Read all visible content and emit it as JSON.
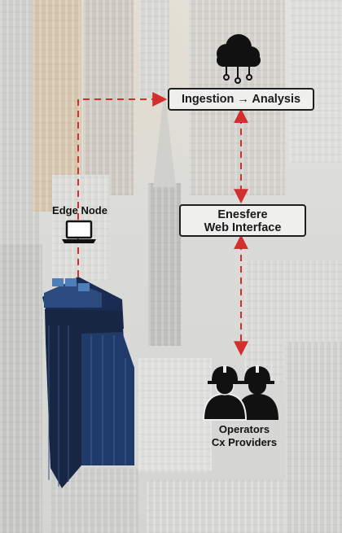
{
  "nodes": {
    "ingestion": {
      "label": "Ingestion → Analysis"
    },
    "web_interface": {
      "line1": "Enesfere",
      "line2": "Web Interface"
    },
    "edge_node": {
      "label": "Edge Node"
    },
    "operators": {
      "line1": "Operators",
      "line2": "Cx Providers"
    }
  },
  "icons": {
    "cloud": "cloud-network-icon",
    "laptop": "laptop-icon",
    "workers": "hard-hat-workers-icon"
  },
  "colors": {
    "connector": "#d32f2f",
    "box_border": "#1f1f1f",
    "box_fill": "#efefed",
    "tower": "#1b2c52"
  }
}
